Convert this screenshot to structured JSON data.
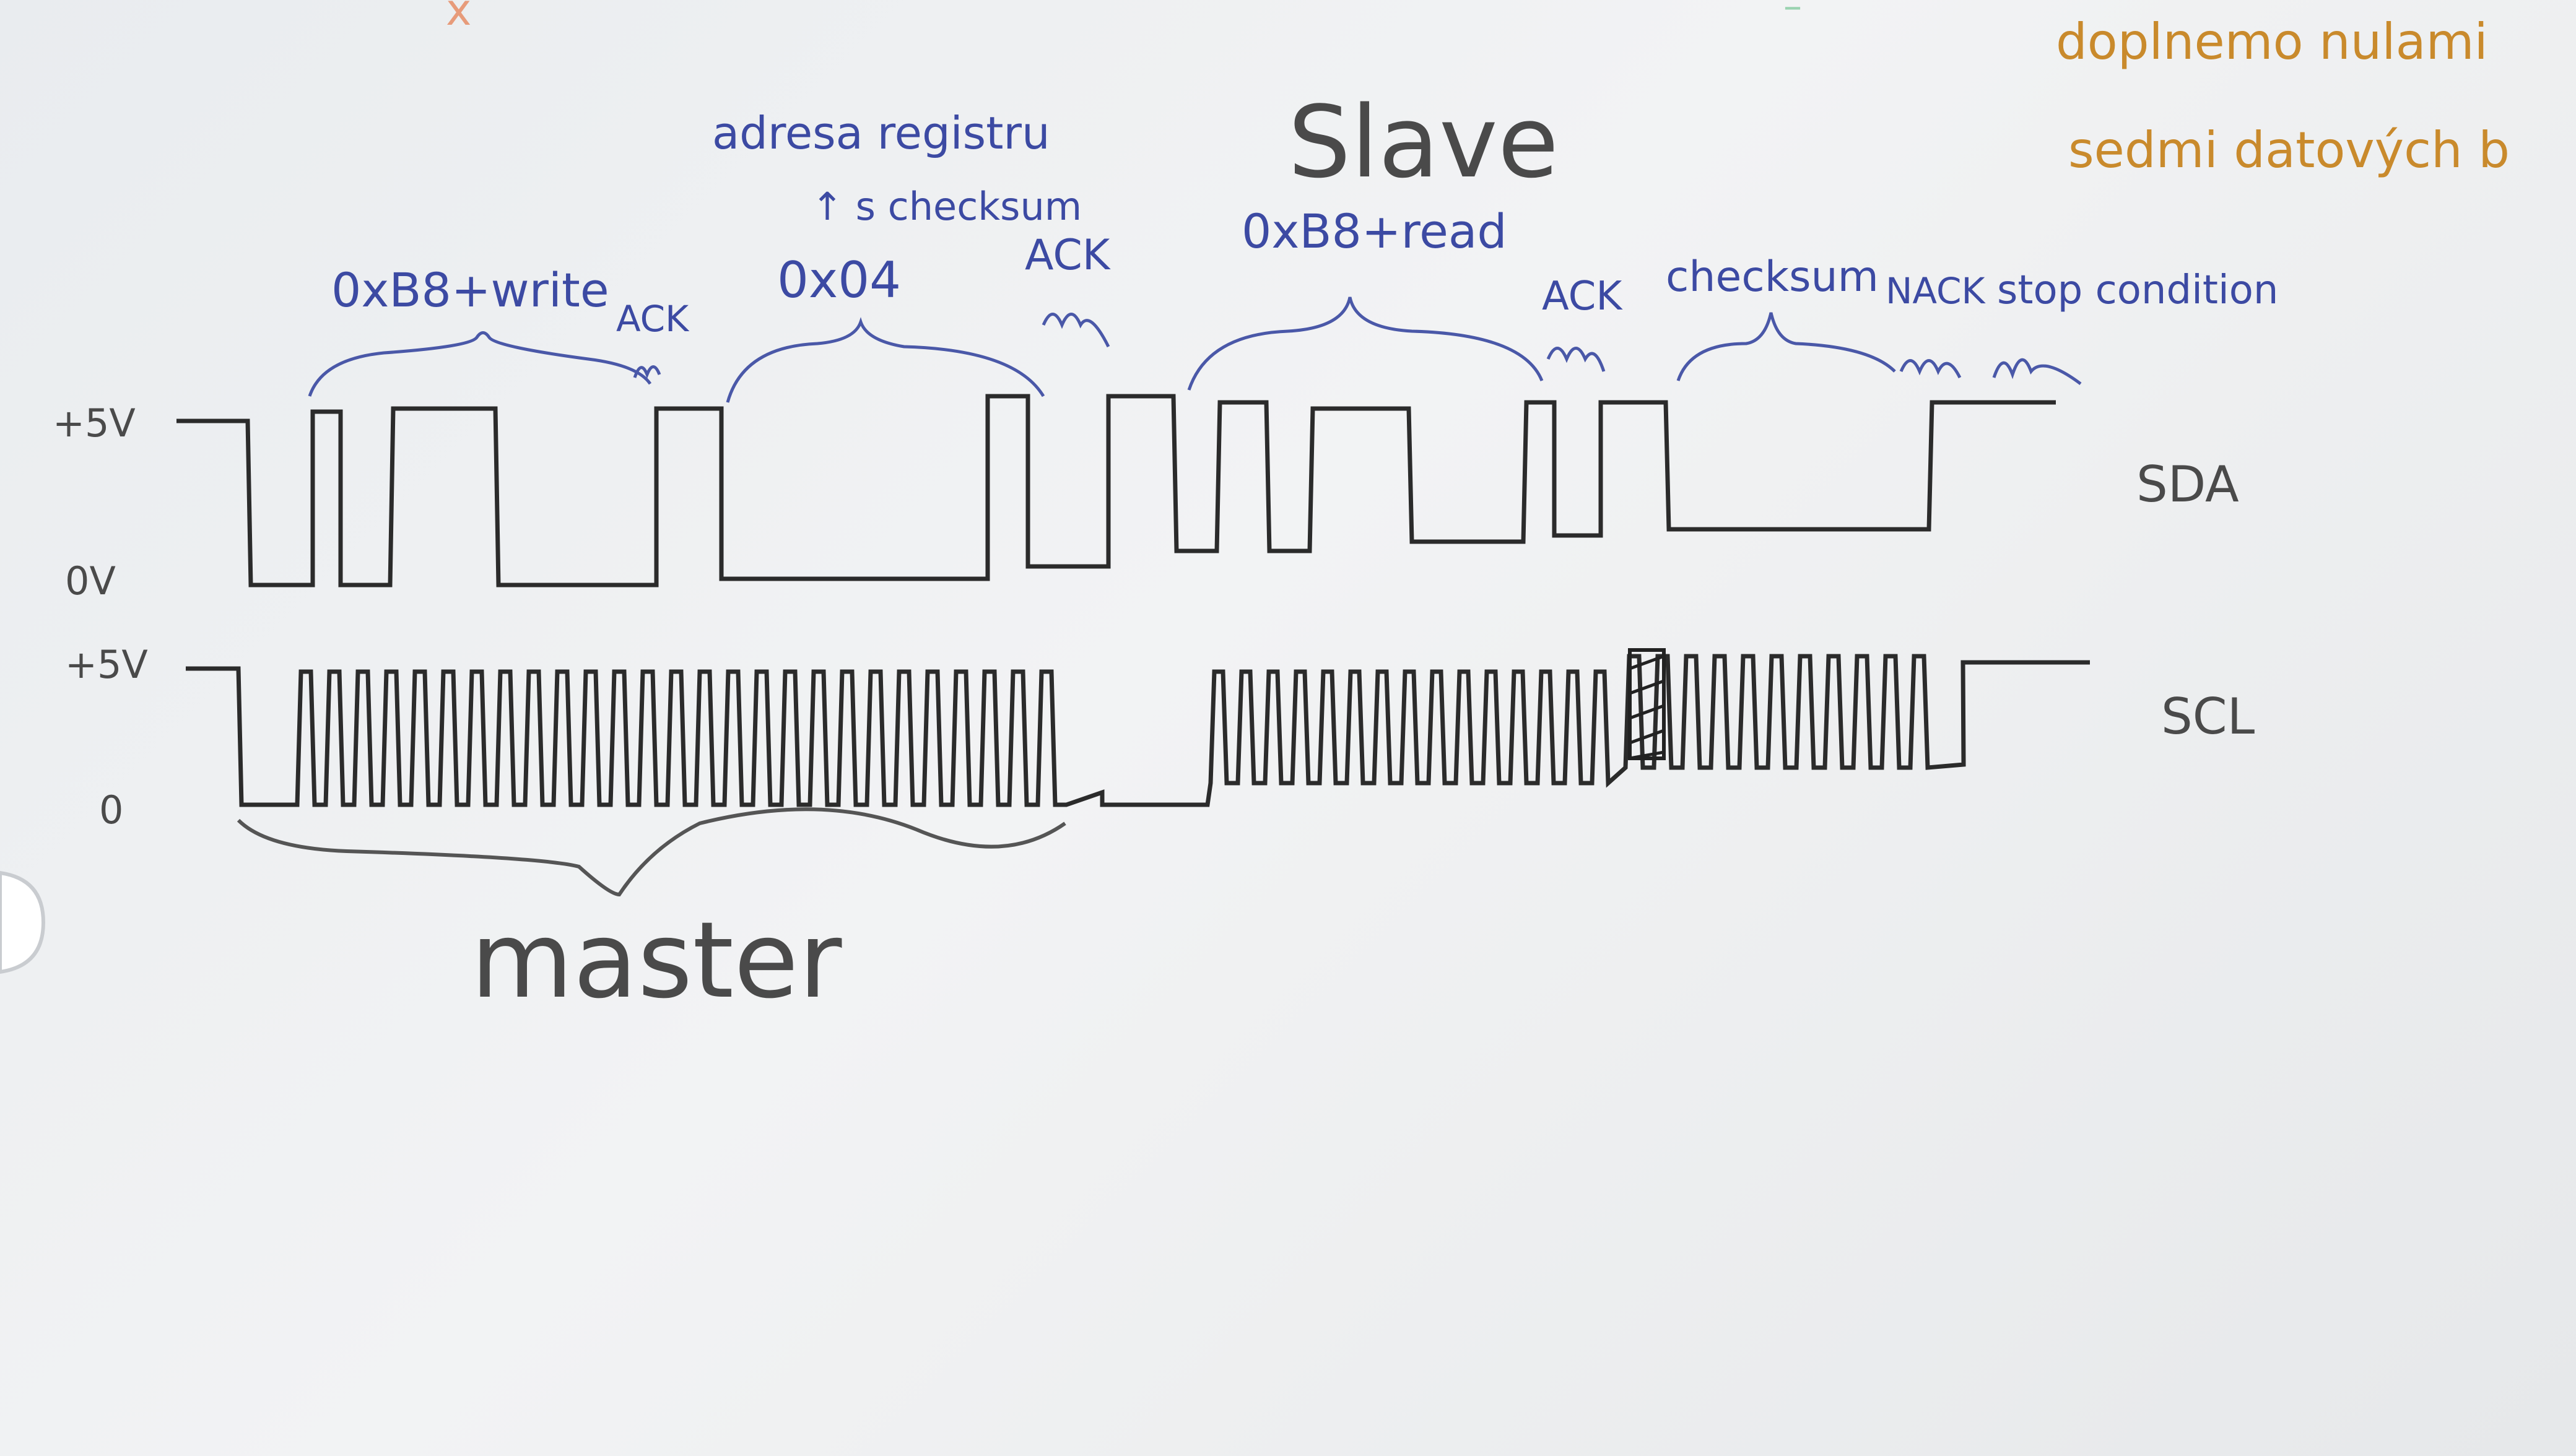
{
  "levels": {
    "sda_high": "+5V",
    "sda_low": "0V",
    "scl_high": "+5V",
    "scl_low": "0"
  },
  "signals": {
    "sda": "SDA",
    "scl": "SCL"
  },
  "segments": {
    "addr_write": "0xB8+write",
    "ack1": "ACK",
    "register_addr": "adresa registru",
    "register_checksum": "↑ s checksum",
    "reg_value": "0x04",
    "ack2": "ACK",
    "addr_read": "0xB8+read",
    "ack3": "ACK",
    "checksum": "checksum",
    "nack": "NACK",
    "stop": "stop condition"
  },
  "roles": {
    "master": "master",
    "slave": "Slave"
  },
  "margin_note": {
    "line1": "doplnemo nulami",
    "line2": "sedmi datových b"
  },
  "colors": {
    "ink_dark": "#2b2b2b",
    "ink_blue": "#3c4aa3",
    "ink_orange": "#c98a2c",
    "paper": "#eceeef"
  }
}
